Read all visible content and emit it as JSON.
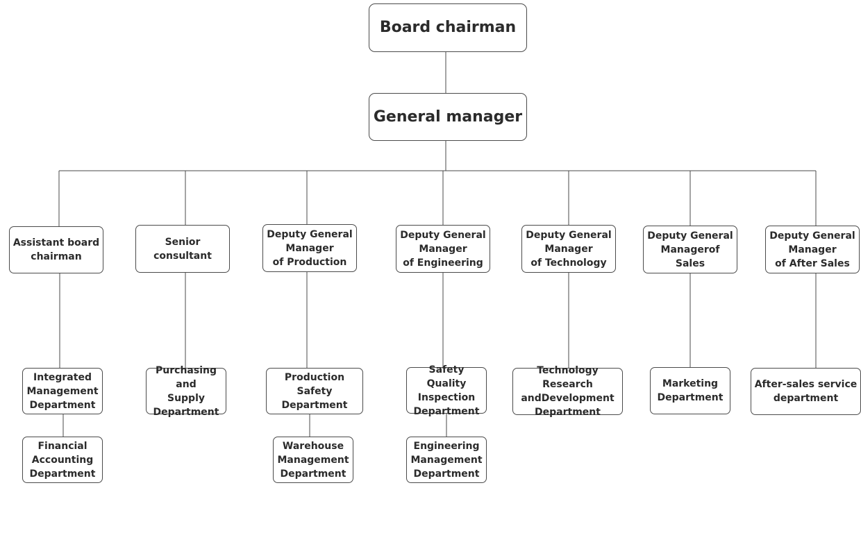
{
  "org": {
    "board_chairman": "Board chairman",
    "general_manager": "General manager",
    "assistant_board_chairman": "Assistant board\nchairman",
    "senior_consultant": "Senior consultant",
    "dgm_production": "Deputy General\nManager\nof Production",
    "dgm_engineering": "Deputy General\nManager\nof Engineering",
    "dgm_technology": "Deputy General\nManager\nof Technology",
    "dgm_sales": "Deputy General\nManagerof Sales",
    "dgm_after_sales": "Deputy General\nManager\nof After Sales",
    "integrated_management": "Integrated\nManagement\nDepartment",
    "financial_accounting": "Financial\nAccounting\nDepartment",
    "purchasing_supply": "Purchasing and\nSupply\nDepartment",
    "production_safety": "Production Safety\nDepartment",
    "warehouse_management": "Warehouse\nManagement\nDepartment",
    "safety_quality_inspection": "Safety Quality\nInspection\nDepartment",
    "engineering_management": "Engineering\nManagement\nDepartment",
    "technology_rd": "Technology Research\nandDevelopment\nDepartment",
    "marketing": "Marketing\nDepartment",
    "after_sales_service": "After-sales service\ndepartment"
  },
  "colors": {
    "line": "#4a4a4a",
    "text": "#2b2b2b",
    "box_fill": "#ffffff"
  }
}
